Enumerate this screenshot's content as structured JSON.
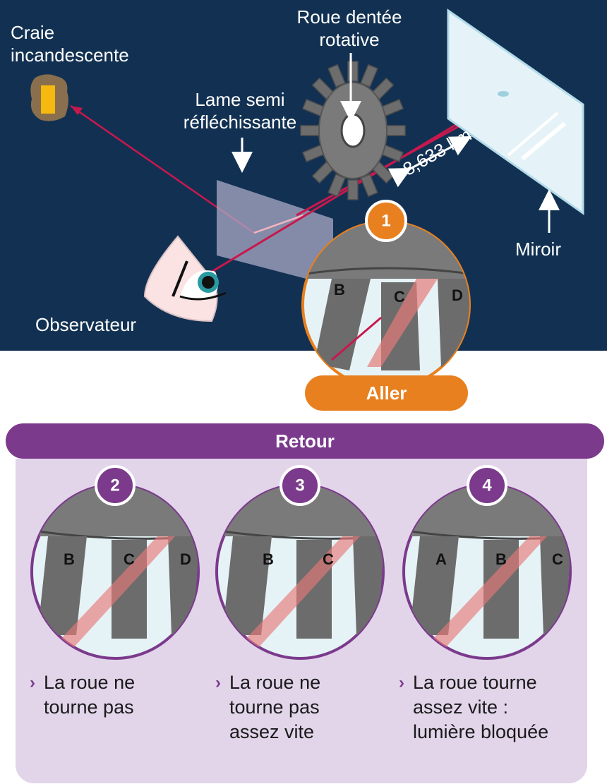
{
  "top": {
    "labels": {
      "chalk": [
        "Craie",
        "incandescente"
      ],
      "wheel": [
        "Roue dentée",
        "rotative"
      ],
      "plate": [
        "Lame semi",
        "réfléchissante"
      ],
      "mirror": "Miroir",
      "observer": "Observateur",
      "distance": "8,633 km"
    }
  },
  "aller": {
    "label": "Aller",
    "step": "1",
    "teeth": [
      "B",
      "C",
      "D"
    ]
  },
  "retour": {
    "label": "Retour",
    "panels": [
      {
        "step": "2",
        "teeth": [
          "B",
          "C",
          "D"
        ],
        "caption": [
          "La roue ne",
          "tourne pas"
        ]
      },
      {
        "step": "3",
        "teeth": [
          "B",
          "C"
        ],
        "caption": [
          "La roue ne",
          "tourne pas",
          "assez vite"
        ]
      },
      {
        "step": "4",
        "teeth": [
          "A",
          "B",
          "C"
        ],
        "caption": [
          "La roue tourne",
          "assez vite :",
          "lumière bloquée"
        ]
      }
    ]
  },
  "colors": {
    "background": "#123152",
    "aller": "#e8801f",
    "retour": "#7b3a8c",
    "retour_bg": "#e2d5ea",
    "beam": "#c8184d"
  }
}
